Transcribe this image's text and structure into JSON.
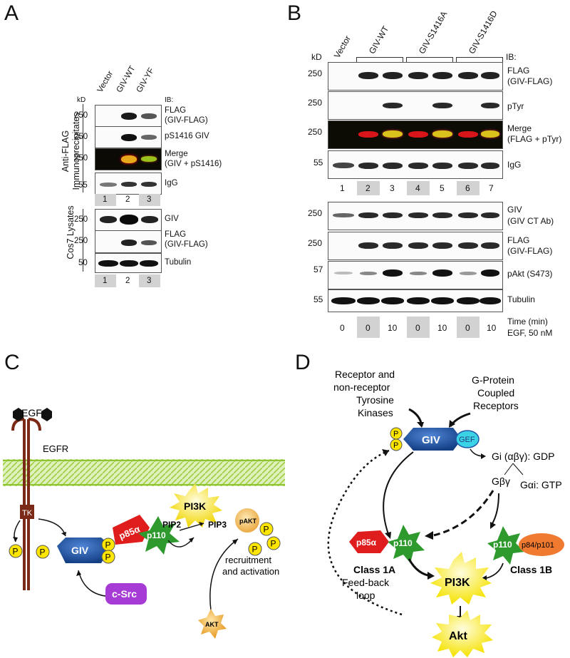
{
  "panels": {
    "A": "A",
    "B": "B",
    "C": "C",
    "D": "D"
  },
  "panelA": {
    "kd": "kD",
    "ib": "IB:",
    "columns": [
      "Vector",
      "GIV-WT",
      "GIV-YF"
    ],
    "group_ip": "Anti-FLAG\nImmunoprecipitates",
    "group_lys": "Cos7 Lysates",
    "lanes": [
      "1",
      "2",
      "3"
    ],
    "rows_ip": [
      {
        "mw": "250",
        "label1": "FLAG",
        "label2": "(GIV-FLAG)"
      },
      {
        "mw": "250",
        "label1": "pS1416 GIV",
        "label2": ""
      },
      {
        "mw": "250",
        "label1": "Merge",
        "label2": "(GIV + pS1416)"
      },
      {
        "mw": "55",
        "label1": "IgG",
        "label2": ""
      }
    ],
    "rows_lys": [
      {
        "mw": "250",
        "label1": "GIV",
        "label2": ""
      },
      {
        "mw": "250",
        "label1": "FLAG",
        "label2": "(GIV-FLAG)"
      },
      {
        "mw": "50",
        "label1": "Tubulin",
        "label2": ""
      }
    ]
  },
  "panelB": {
    "kd": "kD",
    "ib": "IB:",
    "col_vector": "Vector",
    "groups": [
      "GIV-WT",
      "GIV-S1416A",
      "GIV-S1416D"
    ],
    "lanes": [
      "1",
      "2",
      "3",
      "4",
      "5",
      "6",
      "7"
    ],
    "rows_top": [
      {
        "mw": "250",
        "label1": "FLAG",
        "label2": "(GIV-FLAG)"
      },
      {
        "mw": "250",
        "label1": "pTyr",
        "label2": ""
      },
      {
        "mw": "250",
        "label1": "Merge",
        "label2": "(FLAG + pTyr)"
      },
      {
        "mw": "55",
        "label1": "IgG",
        "label2": ""
      }
    ],
    "rows_bottom": [
      {
        "mw": "250",
        "label1": "GIV",
        "label2": "(GIV CT Ab)"
      },
      {
        "mw": "250",
        "label1": "FLAG",
        "label2": "(GIV-FLAG)"
      },
      {
        "mw": "57",
        "label1": "pAkt (S473)",
        "label2": ""
      },
      {
        "mw": "55",
        "label1": "Tubulin",
        "label2": ""
      }
    ],
    "times": [
      "0",
      "0",
      "10",
      "0",
      "10",
      "0",
      "10"
    ],
    "time_label": "Time (min)",
    "egf_label": "EGF, 50 nM"
  },
  "panelC": {
    "egf": "EGF",
    "egfr": "EGFR",
    "tk": "TK",
    "p": "P",
    "giv": "GIV",
    "p85": "p85α",
    "p110": "p110",
    "pi3k": "PI3K",
    "pip2": "PIP2",
    "pip3": "PIP3",
    "pakt": "pAKT",
    "akt": "AKT",
    "recruit1": "recruitment",
    "recruit2": "and activation",
    "csrc": "c-Src"
  },
  "panelD": {
    "rtk1": "Receptor and",
    "rtk2": "non-receptor",
    "rtk3": "Tyrosine",
    "rtk4": "Kinases",
    "gpcr1": "G-Protein",
    "gpcr2": "Coupled",
    "gpcr3": "Receptors",
    "p": "P",
    "giv": "GIV",
    "gef": "GEF",
    "gi": "Gi (αβγ): GDP",
    "gbg": "Gβγ",
    "gai": "Gαi: GTP",
    "p85": "p85α",
    "p110": "p110",
    "p84": "p84/p101",
    "class1a": "Class 1A",
    "class1b": "Class 1B",
    "pi3k": "PI3K",
    "akt": "Akt",
    "feedback1": "Feed-back",
    "feedback2": "loop"
  },
  "colors": {
    "giv_blue": "#1f58a6",
    "gef_cyan": "#3ad4e6",
    "p85_red": "#e01d1d",
    "p110_green": "#2e9a2e",
    "pi3k_yellow": "#fff200",
    "csrc_purple": "#a63bd6",
    "p84_orange": "#ef7a30",
    "membrane_green": "#9ccf3a",
    "receptor_brown": "#7a2a16"
  }
}
